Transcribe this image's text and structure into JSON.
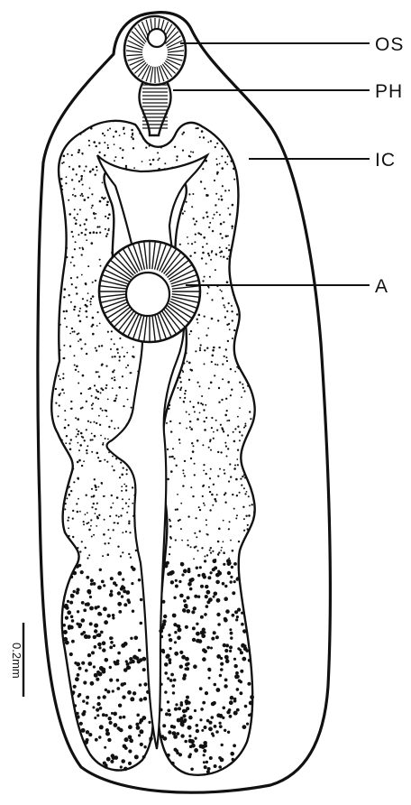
{
  "diagram": {
    "labels": [
      {
        "id": "os",
        "text": "OS"
      },
      {
        "id": "ph",
        "text": "PH"
      },
      {
        "id": "ic",
        "text": "IC"
      },
      {
        "id": "a",
        "text": "A"
      }
    ],
    "scale_bar": {
      "text": "0.2mm"
    },
    "colors": {
      "ink": "#111111",
      "paper": "#ffffff"
    }
  }
}
